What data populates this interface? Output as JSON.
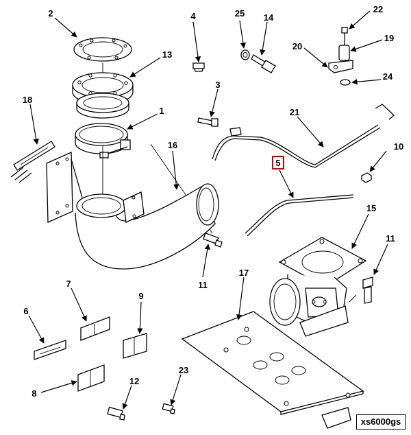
{
  "figure_id": "xs6000gs",
  "highlight_color": "#cc0000",
  "callouts": {
    "c1": "1",
    "c2": "2",
    "c4": "4",
    "c25": "25",
    "c14": "14",
    "c22": "22",
    "c19": "19",
    "c20": "20",
    "c24": "24",
    "c13": "13",
    "c3": "3",
    "c18": "18",
    "c16": "16",
    "c21": "21",
    "c10": "10",
    "c5": "5",
    "c15": "15",
    "c11a": "11",
    "c11b": "11",
    "c17": "17",
    "c7": "7",
    "c9": "9",
    "c6": "6",
    "c8": "8",
    "c12": "12",
    "c23": "23"
  }
}
